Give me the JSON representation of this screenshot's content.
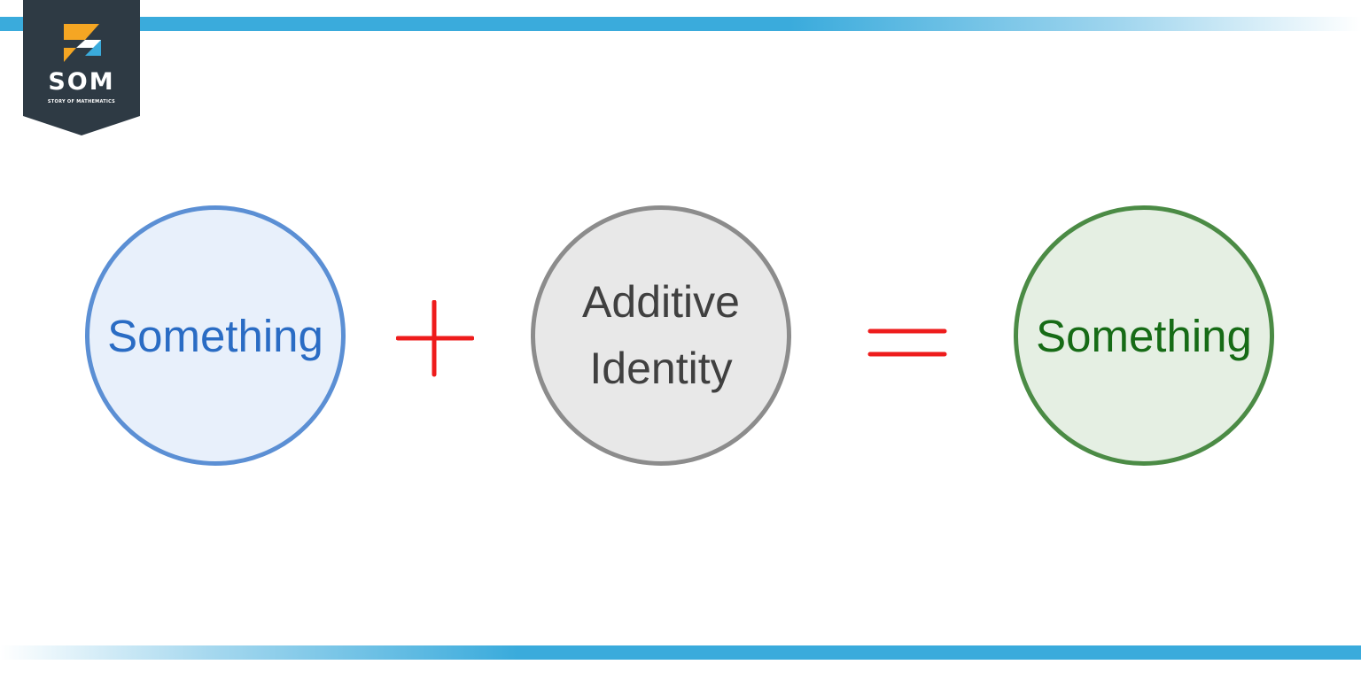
{
  "logo": {
    "word": "SOM",
    "subtitle": "STORY OF MATHEMATICS",
    "colors": {
      "badge": "#2e3a44",
      "orange": "#f5a623",
      "blue": "#3aabdc"
    }
  },
  "equation": {
    "left_term": "Something",
    "middle_term_line1": "Additive",
    "middle_term_line2": "Identity",
    "right_term": "Something",
    "plus_symbol": "plus",
    "equals_symbol": "equals"
  },
  "colors": {
    "left": "#2a6cc4",
    "middle": "#404040",
    "right": "#166b16",
    "operators": "#ee1c1c",
    "stripe": "#3aabdc"
  }
}
